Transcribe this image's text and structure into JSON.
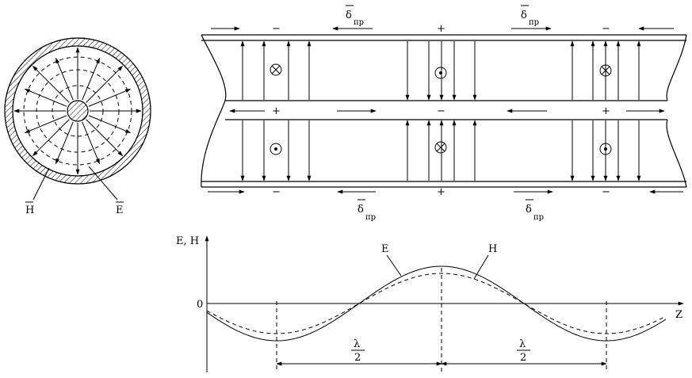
{
  "cross_section": {
    "label_h": "H",
    "label_e": "E"
  },
  "line": {
    "signs_top": [
      "−",
      "+",
      "−"
    ],
    "signs_mid": [
      "+",
      "−",
      "+"
    ],
    "signs_bottom": [
      "−",
      "+",
      "−"
    ],
    "current_symbol": "δ",
    "current_subscript": "пр"
  },
  "graph": {
    "y_axis_label": "E, H",
    "x_axis_label": "Z",
    "origin_label": "0",
    "curve_e_label": "E",
    "curve_h_label": "H",
    "lambda_numerator": "λ",
    "lambda_denominator": "2"
  },
  "colors": {
    "stroke": "#000000",
    "background": "#ffffff"
  }
}
